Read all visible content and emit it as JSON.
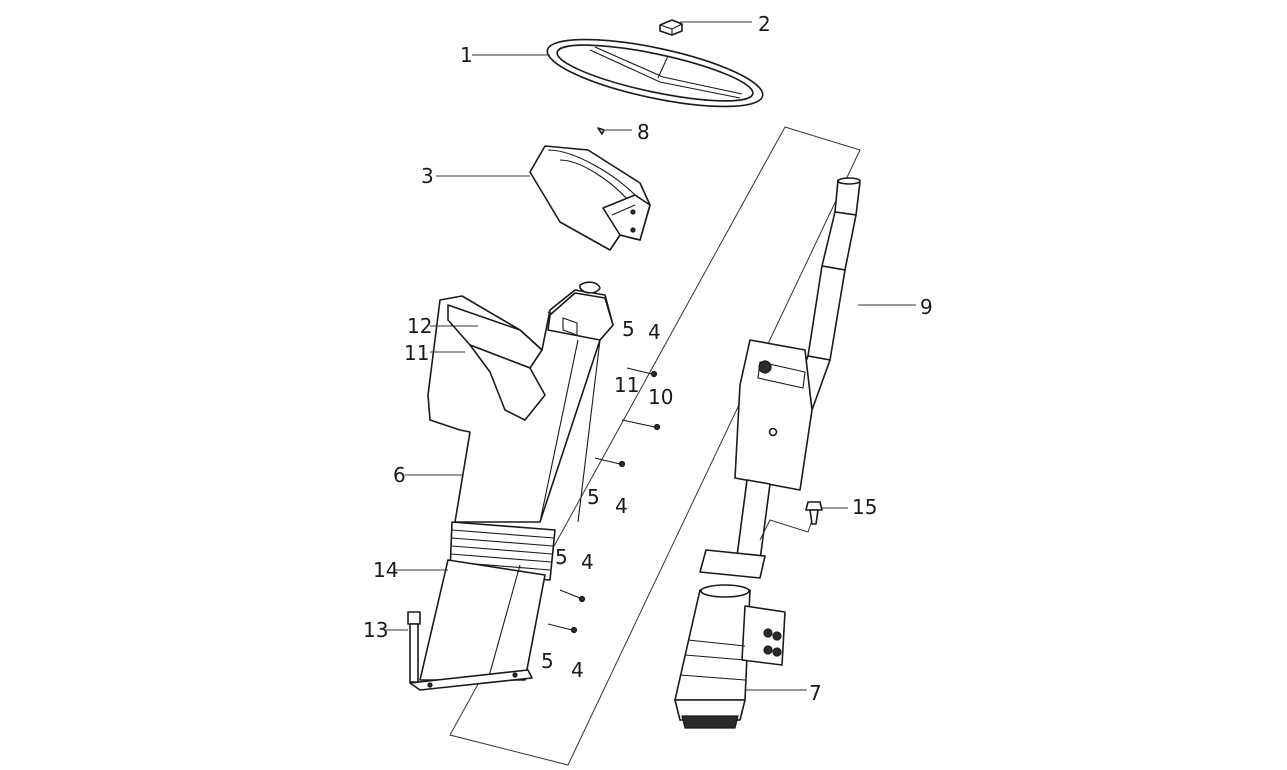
{
  "callouts": {
    "c1": "1",
    "c2": "2",
    "c3": "3",
    "c4a": "4",
    "c4b": "4",
    "c4c": "4",
    "c4d": "4",
    "c5a": "5",
    "c5b": "5",
    "c5c": "5",
    "c5d": "5",
    "c6": "6",
    "c7": "7",
    "c8": "8",
    "c9": "9",
    "c10": "10",
    "c11a": "11",
    "c11b": "11",
    "c12": "12",
    "c13": "13",
    "c14": "14",
    "c15": "15"
  }
}
